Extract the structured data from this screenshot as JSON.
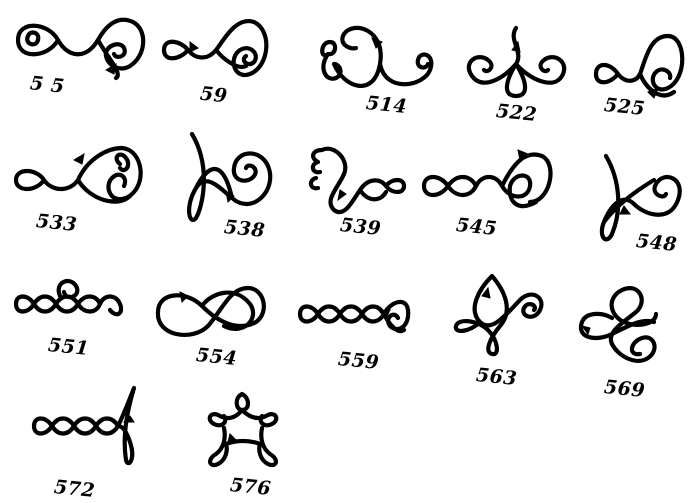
{
  "knots": [
    {
      "label": "5 5"
    },
    {
      "label": "59"
    },
    {
      "label": "514"
    },
    {
      "label": "522"
    },
    {
      "label": "525"
    },
    {
      "label": "533"
    },
    {
      "label": "538"
    },
    {
      "label": "539"
    },
    {
      "label": "545"
    },
    {
      "label": "548"
    },
    {
      "label": "551"
    },
    {
      "label": "554"
    },
    {
      "label": "559"
    },
    {
      "label": "563"
    },
    {
      "label": "569"
    },
    {
      "label": "572"
    },
    {
      "label": "576"
    }
  ]
}
